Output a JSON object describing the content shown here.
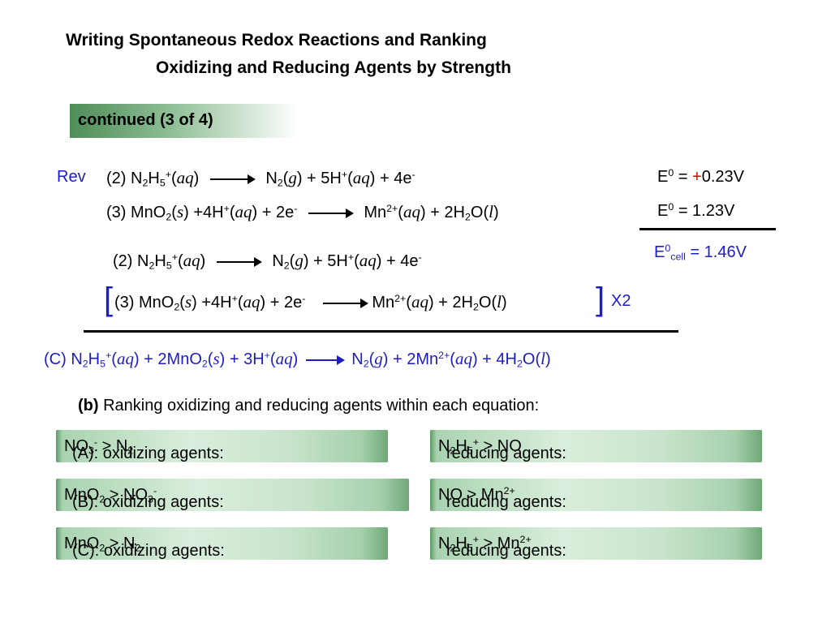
{
  "title_line1": "Writing Spontaneous Redox Reactions and Ranking",
  "title_line2": "Oxidizing and Reducing Agents by Strength",
  "banner_text": "continued (3 of 4)",
  "rev_label": "Rev",
  "eq2_number": "(2)",
  "eq3_number": "(3)",
  "e0_label": "E",
  "e0_rev_sign": "+",
  "e0_rev_value": "0.23V",
  "e0_eq3_value": "= 1.23V",
  "ecell_value": "= 1.46V",
  "multiplier": "X2",
  "combined_label": "(C)",
  "part_b_label": "(b)",
  "part_b_text": "Ranking oxidizing and reducing agents within each equation:",
  "rank_A_label": "(A):  oxidizing agents:",
  "rank_B_label": "(B):  oxidizing agents:",
  "rank_C_label": "(C):  oxidizing agents:",
  "reducing_label": "reducing agents:",
  "colors": {
    "blue_text": "#1c1cc8",
    "red_sign": "#e00000",
    "banner_green": "#4f8c58",
    "box_green": "#a9d3b0"
  }
}
